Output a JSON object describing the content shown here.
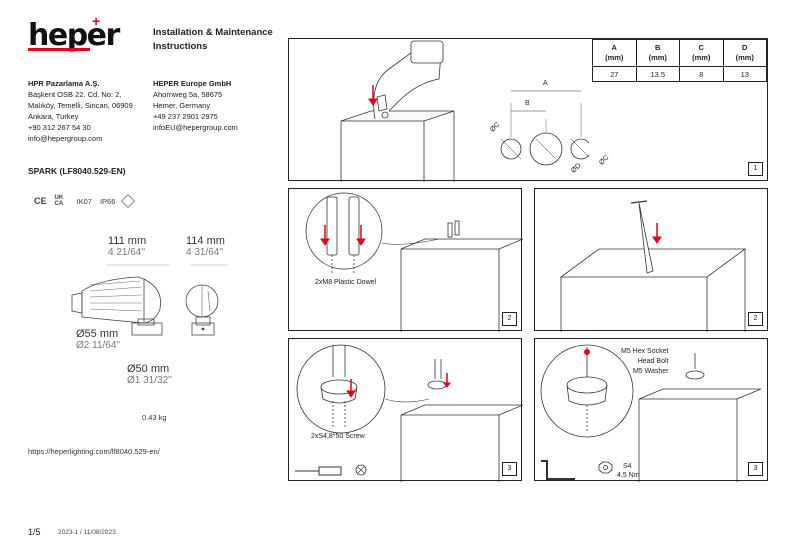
{
  "brand": {
    "logo_text": "heper",
    "plus": "+"
  },
  "doc_title": [
    "Installation & Maintenance",
    "Instructions"
  ],
  "company_tr": {
    "name": "HPR Pazarlama A.Ş.",
    "lines": [
      "Başkent OSB 22. Cd. No: 2,",
      "Malıköy, Temelli, Sincan, 06909",
      "Ankara, Turkey",
      "+90 312 267 54 30",
      "info@hepergroup.com"
    ]
  },
  "company_eu": {
    "name": "HEPER Europe GmbH",
    "lines": [
      "Ahornweg 5a, 58675",
      "Hemer, Germany",
      "+49 237 2901 2975",
      "infoEU@hepergroup.com"
    ]
  },
  "product": "SPARK (LF8040.529-EN)",
  "certs": {
    "ce": "CE",
    "ukca": "UK CA",
    "ik": "IK07",
    "ip": "IP66"
  },
  "dims": {
    "length_mm": "111 mm",
    "length_in": "4 21/64''",
    "height_mm": "114 mm",
    "height_in": "4 31/64''",
    "dia55_mm": "Ø55 mm",
    "dia55_in": "Ø2 11/64''",
    "dia50_mm": "Ø50 mm",
    "dia50_in": "Ø1 31/32''"
  },
  "weight": "0.43 kg",
  "url": "https://heperlighting.com/lf8040.529-en/",
  "page": "1/5",
  "revision": "2023-1 / 11/08/2023",
  "spec_table": {
    "headers": [
      [
        "A",
        "(mm)"
      ],
      [
        "B",
        "(mm)"
      ],
      [
        "C",
        "(mm)"
      ],
      [
        "D",
        "(mm)"
      ]
    ],
    "values": [
      "27",
      "13.5",
      "8",
      "13"
    ]
  },
  "panels": {
    "p1": {
      "num": "1",
      "label_a": "A",
      "label_b": "B",
      "label_c": "ØC",
      "label_c2": "ØC",
      "label_d": "ØD"
    },
    "p2a": {
      "num": "2",
      "caption": "2xM8 Plastic Dowel"
    },
    "p2b": {
      "num": "2"
    },
    "p3a": {
      "num": "3",
      "caption": "2xS4,8*50 Screw"
    },
    "p3b": {
      "num": "3",
      "caption": [
        "M5 Hex Socket",
        "Head Bolt",
        "M5 Washer"
      ],
      "tool_size": "S4",
      "torque": "4,5 Nm"
    }
  },
  "colors": {
    "accent": "#e2001a",
    "line": "#222222"
  }
}
